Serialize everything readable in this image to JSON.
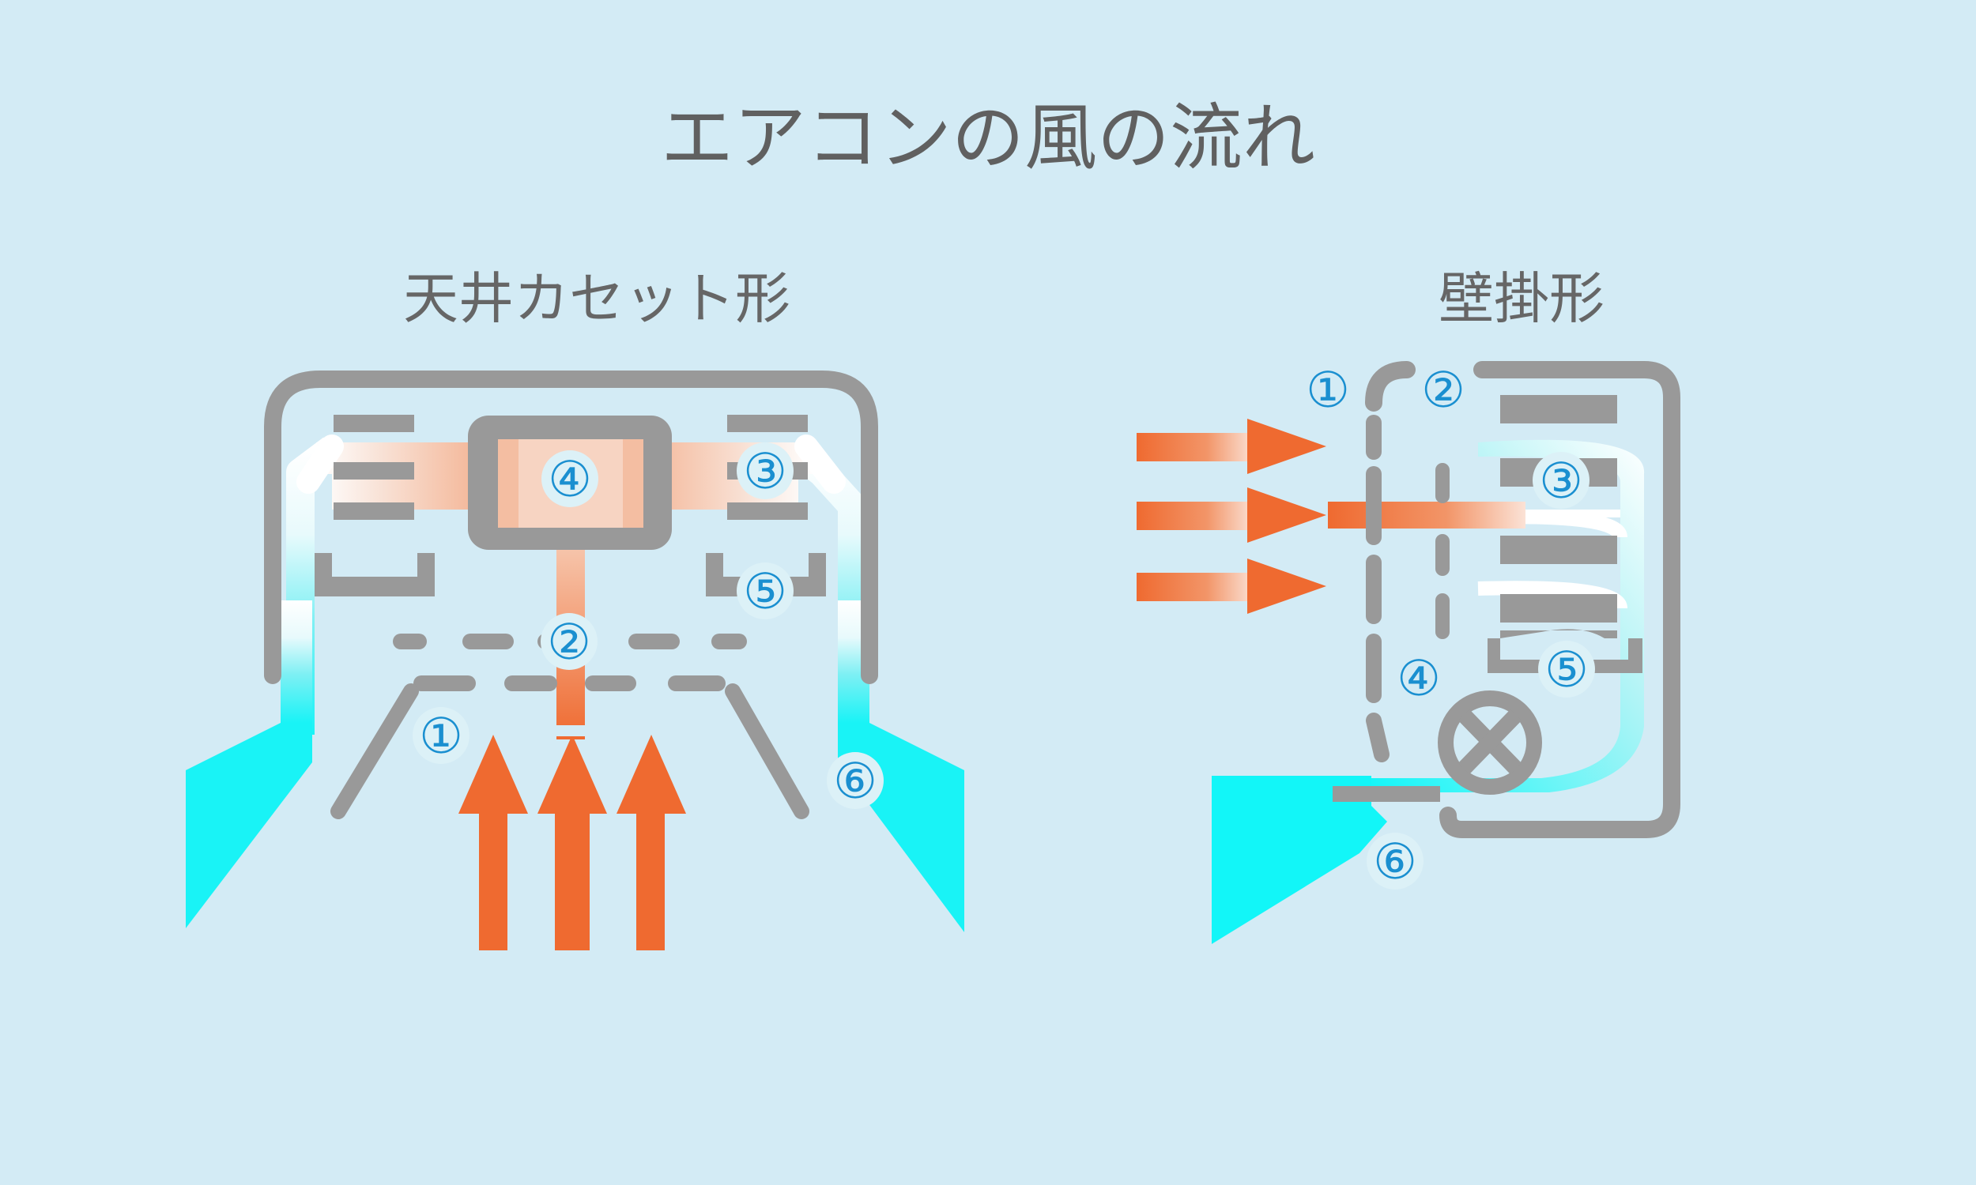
{
  "title": "エアコンの風の流れ",
  "ceiling_unit": {
    "title": "天井カセット形",
    "markers": [
      "①",
      "②",
      "③",
      "④",
      "⑤",
      "⑥"
    ]
  },
  "wall_unit": {
    "title": "壁掛形",
    "markers": [
      "①",
      "②",
      "③",
      "④",
      "⑤",
      "⑥"
    ]
  },
  "colors": {
    "background": "#d3ebf5",
    "unit_gray": "#999999",
    "intake_arrow": "#ef6a30",
    "outflow": "#12f6f8",
    "marker": "#1a8fd0"
  }
}
